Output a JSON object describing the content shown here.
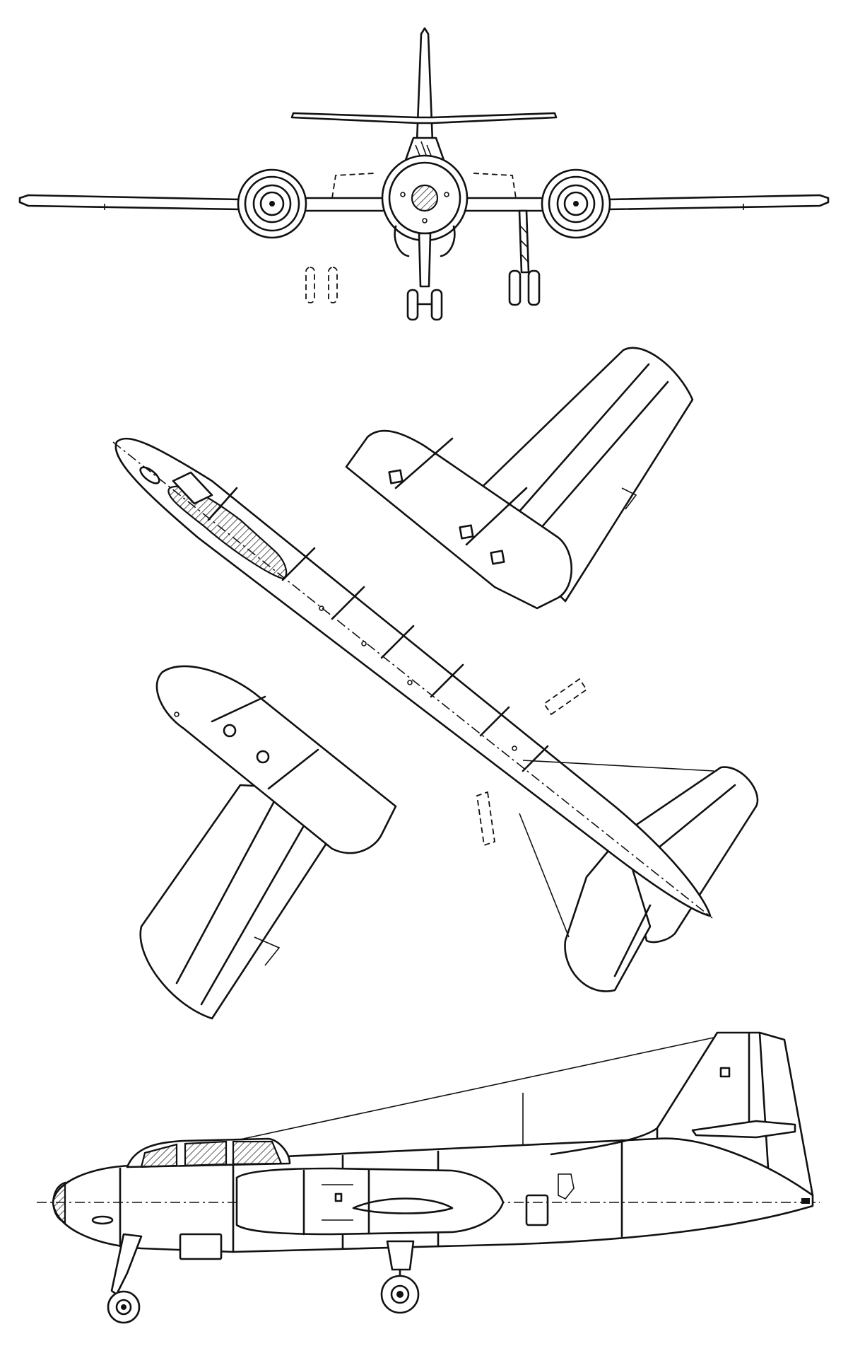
{
  "figure": {
    "views": [
      "front-view",
      "top-view",
      "side-view"
    ],
    "colors": {
      "ink": "#111111",
      "paper": "#ffffff"
    }
  }
}
